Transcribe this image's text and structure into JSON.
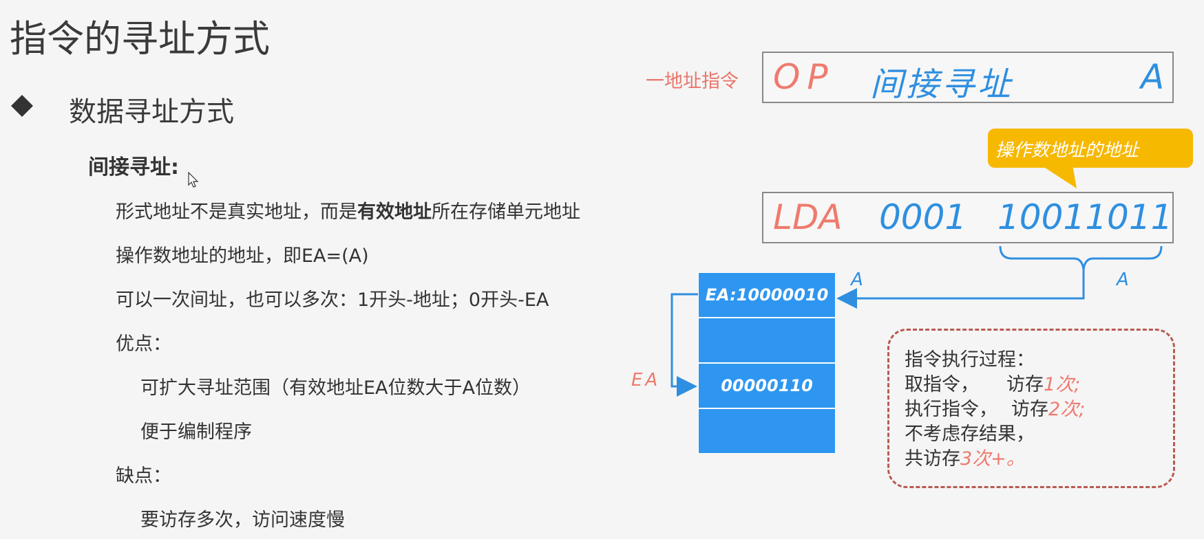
{
  "title": "指令的寻址方式",
  "section": "数据寻址方式",
  "subheading": "间接寻址:",
  "lines": {
    "l1_pre": "形式地址不是真实地址，而是",
    "l1_bold": "有效地址",
    "l1_post": "所在存储单元地址",
    "l2": "操作数地址的地址，即EA=(A)",
    "l3": "可以一次间址，也可以多次：1开头-地址；0开头-EA",
    "l4": "优点：",
    "l5": "可扩大寻址范围（有效地址EA位数大于A位数）",
    "l6": "便于编制程序",
    "l7": "缺点：",
    "l8": "要访存多次，访问速度慢"
  },
  "diagram": {
    "one_addr_label": "一地址指令",
    "instr1": {
      "op": "OP",
      "mode": "间接寻址",
      "a": "A"
    },
    "callout": "操作数地址的地址",
    "instr2": {
      "op": "LDA",
      "mode": "0001",
      "a": "10011011"
    },
    "a_label_right": "A",
    "a_label_arrow": "A",
    "ea_label": "EA",
    "memory": [
      "EA:10000010",
      "",
      "00000110",
      ""
    ],
    "process": {
      "title": "指令执行过程：",
      "r1_a": "取指令，",
      "r1_b": "访存",
      "r1_c": "1次;",
      "r2_a": "执行指令，",
      "r2_b": "访存",
      "r2_c": "2次;",
      "r3": "不考虑存结果，",
      "r4_a": "共访存",
      "r4_b": "3次+。"
    }
  },
  "colors": {
    "red": "#ef7a6e",
    "blue": "#2e8fe0",
    "yellow": "#f7b800",
    "mem": "#2e96f0",
    "dash": "#b85a50"
  }
}
